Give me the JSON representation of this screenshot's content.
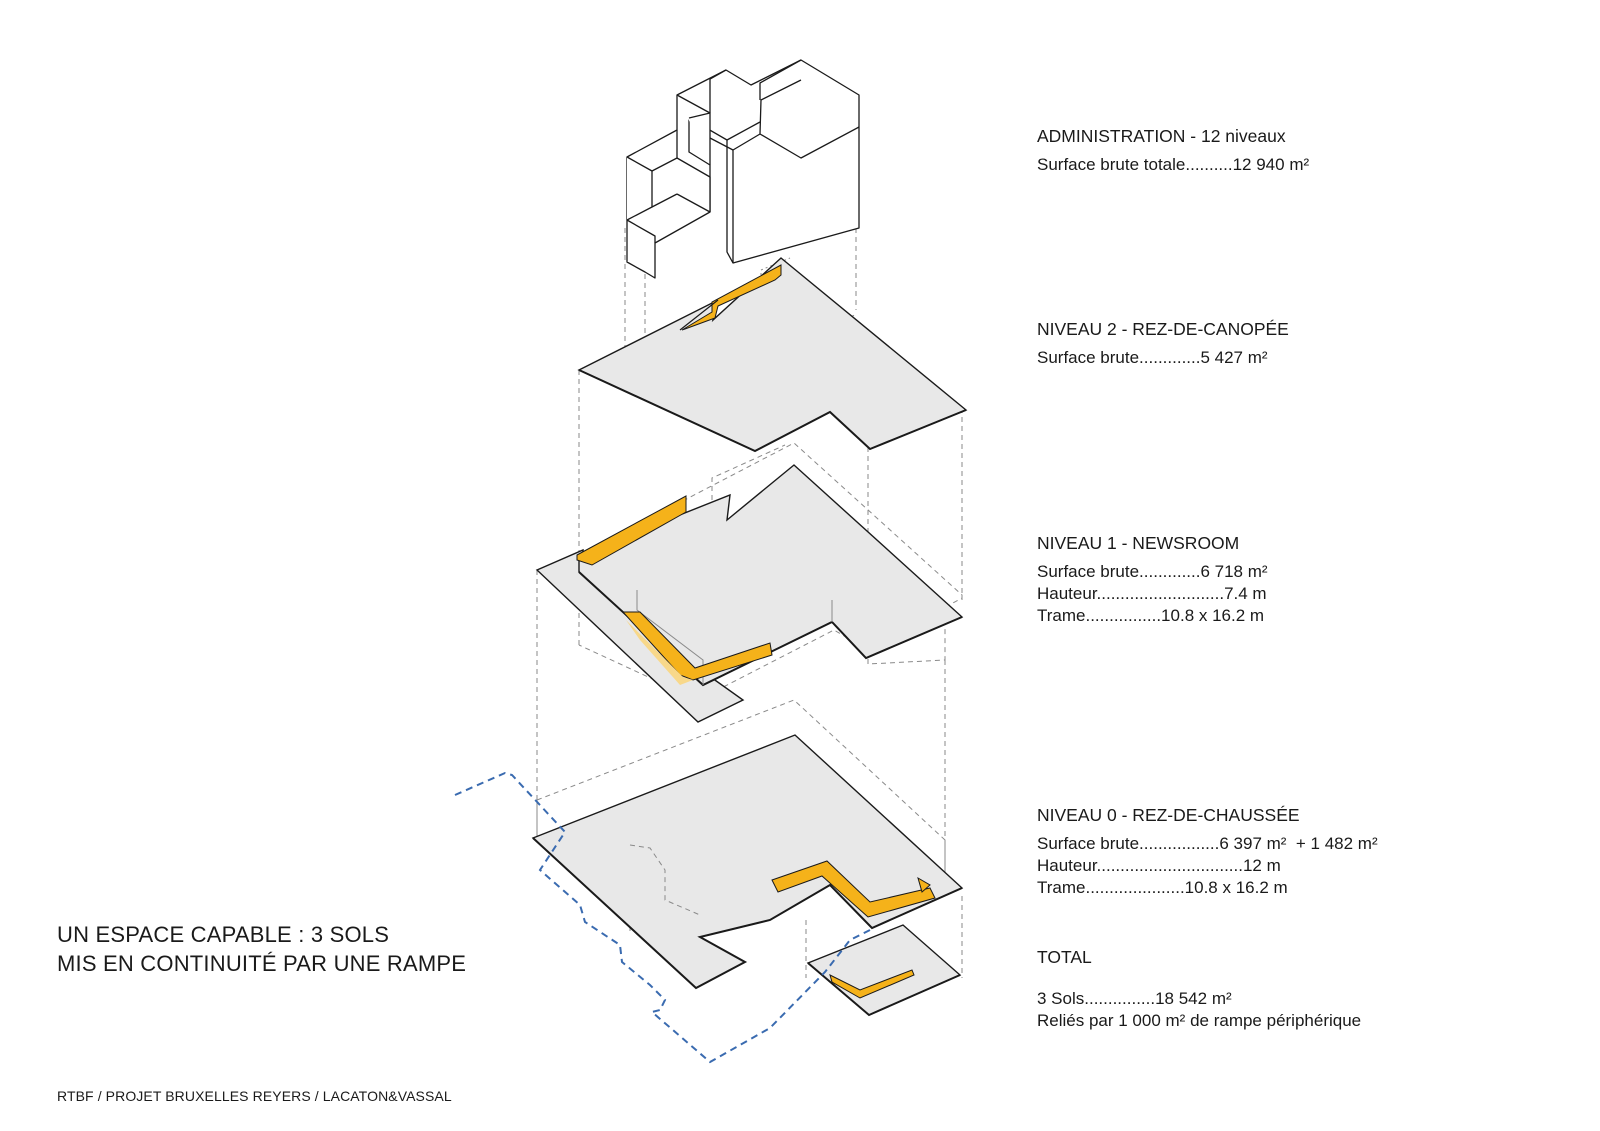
{
  "legend": {
    "admin": {
      "title": "ADMINISTRATION - 12 niveaux",
      "rows": [
        "Surface brute totale..........12 940 m²"
      ]
    },
    "n2": {
      "title": "NIVEAU 2 - REZ-DE-CANOPÉE",
      "rows": [
        "Surface brute.............5 427 m²"
      ]
    },
    "n1": {
      "title": "NIVEAU 1 - NEWSROOM",
      "rows": [
        "Surface brute.............6 718 m²",
        "Hauteur...........................7.4 m",
        "Trame................10.8 x 16.2 m"
      ]
    },
    "n0": {
      "title": "NIVEAU 0 - REZ-DE-CHAUSSÉE",
      "rows": [
        "Surface brute.................6 397 m²  + 1 482 m²",
        "Hauteur...............................12 m",
        "Trame.....................10.8 x 16.2 m"
      ]
    },
    "total": {
      "title": "TOTAL",
      "rows": [
        "3 Sols...............18 542 m²",
        "Reliés par 1 000 m² de rampe périphérique"
      ]
    }
  },
  "headline": {
    "line1": "UN ESPACE CAPABLE : 3 SOLS",
    "line2": "MIS EN CONTINUITÉ PAR UNE RAMPE"
  },
  "credit": "RTBF / PROJET BRUXELLES REYERS / LACATON&VASSAL",
  "colors": {
    "slab": "#e8e8e8",
    "ramp": "#f5b21a",
    "ramp_light": "#f8d88a",
    "outline": "#1a1a1a",
    "dashed": "#8a8a8a",
    "site_boundary": "#3a6bb0"
  }
}
